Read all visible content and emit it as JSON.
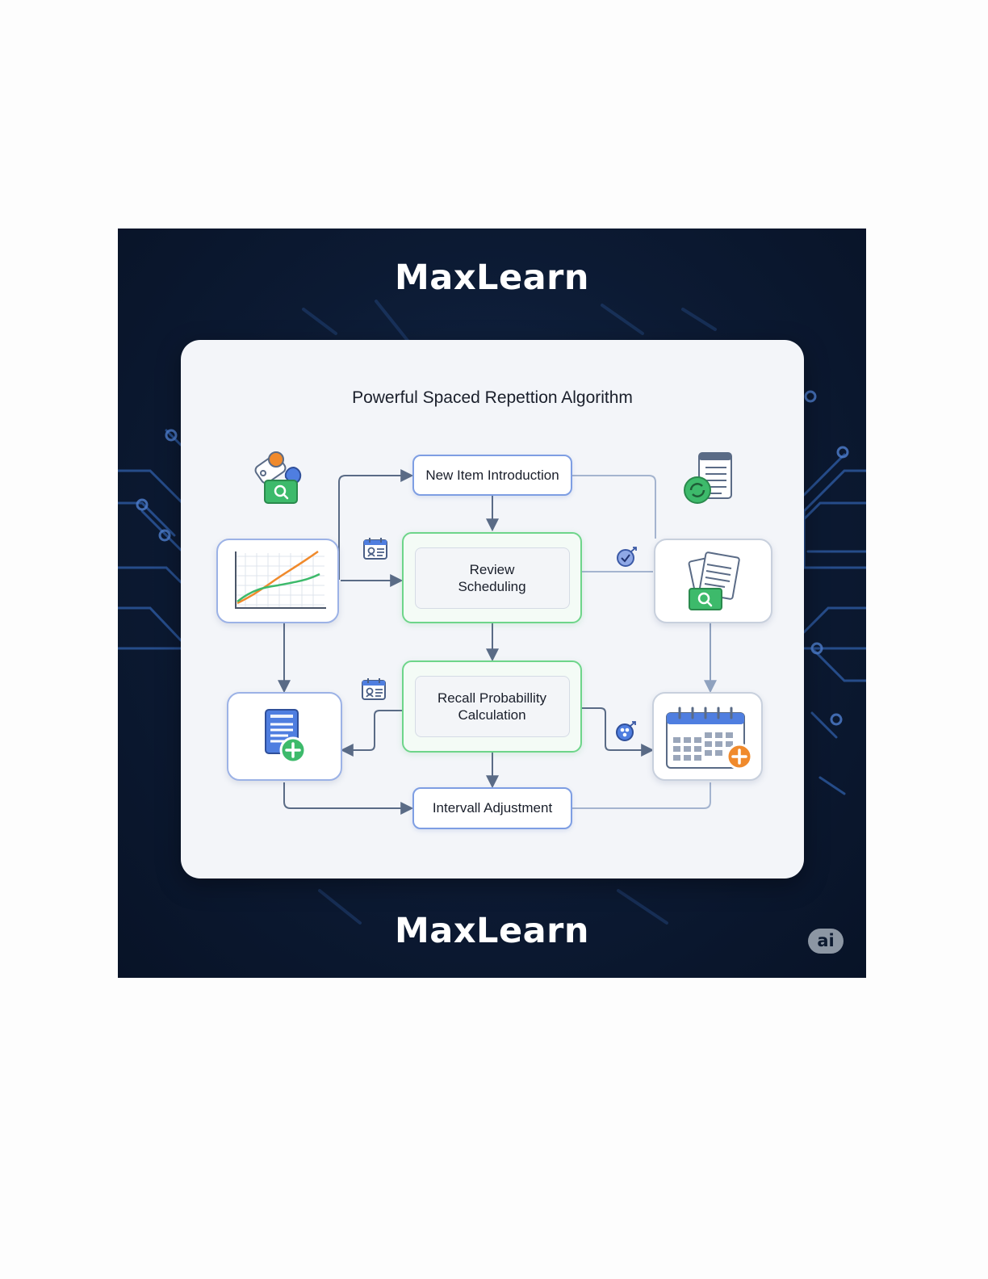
{
  "brand": {
    "top": "MaxLearn",
    "bottom": "MaxLearn",
    "badge": "ai"
  },
  "diagram": {
    "title": "Powerful Spaced Repettion Algorithm",
    "nodes": {
      "new_item": "New Item Introduction",
      "review": "Review\nScheduling",
      "recall": "Recall Probabillity\nCalculation",
      "interval": "Intervall Adjustment"
    },
    "icons": [
      "tags-search-icon",
      "forgetting-curve-chart-icon",
      "add-document-icon",
      "checklist-sync-icon",
      "stacked-papers-search-icon",
      "calendar-add-icon",
      "calendar-card-icon",
      "check-circle-icon",
      "network-node-icon"
    ]
  },
  "colors": {
    "background": "#0c1a33",
    "card": "#f3f5f9",
    "node_border_blue": "#7e9ee3",
    "node_border_green": "#6ed58a",
    "connector": "#5a6b86",
    "accent_green": "#3dba6b",
    "accent_orange": "#f08a2c",
    "accent_blue": "#4f7ee0"
  }
}
